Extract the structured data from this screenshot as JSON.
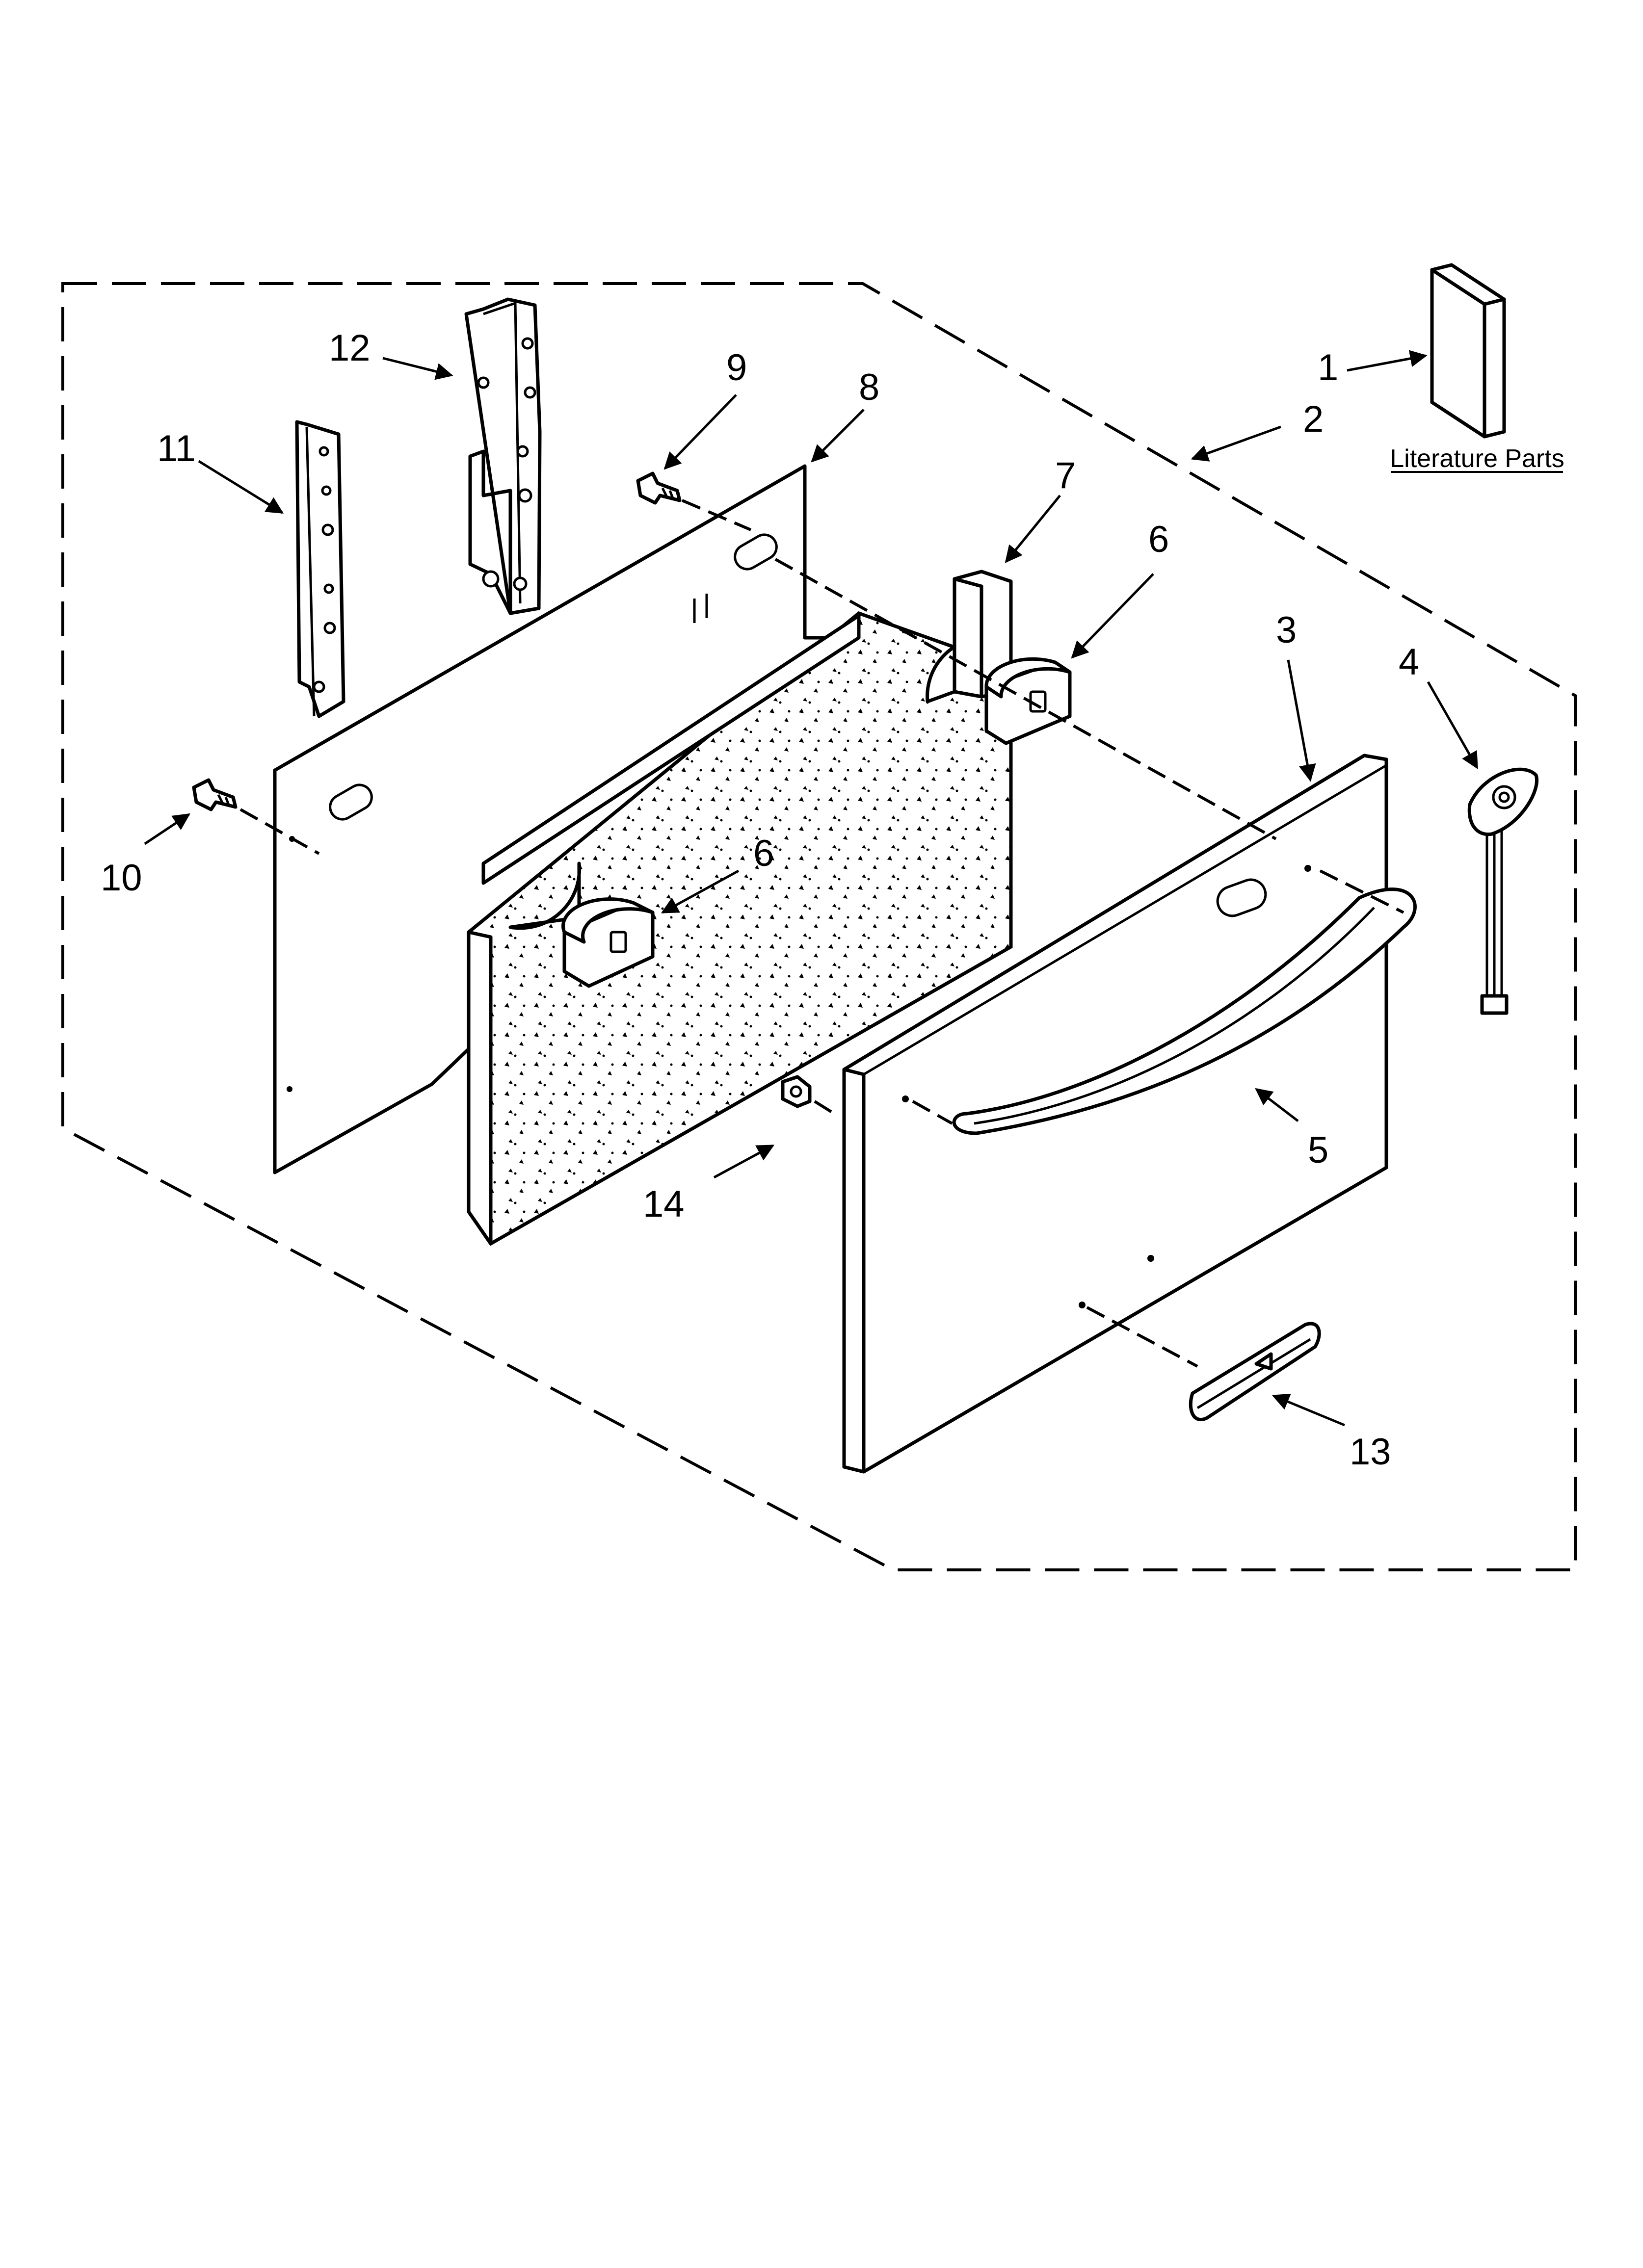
{
  "diagram": {
    "literature_label": "Literature Parts",
    "callouts": {
      "c1": "1",
      "c2": "2",
      "c3": "3",
      "c4": "4",
      "c5": "5",
      "c6a": "6",
      "c6b": "6",
      "c7": "7",
      "c8": "8",
      "c9": "9",
      "c10": "10",
      "c11": "11",
      "c12": "12",
      "c13": "13",
      "c14": "14"
    }
  }
}
